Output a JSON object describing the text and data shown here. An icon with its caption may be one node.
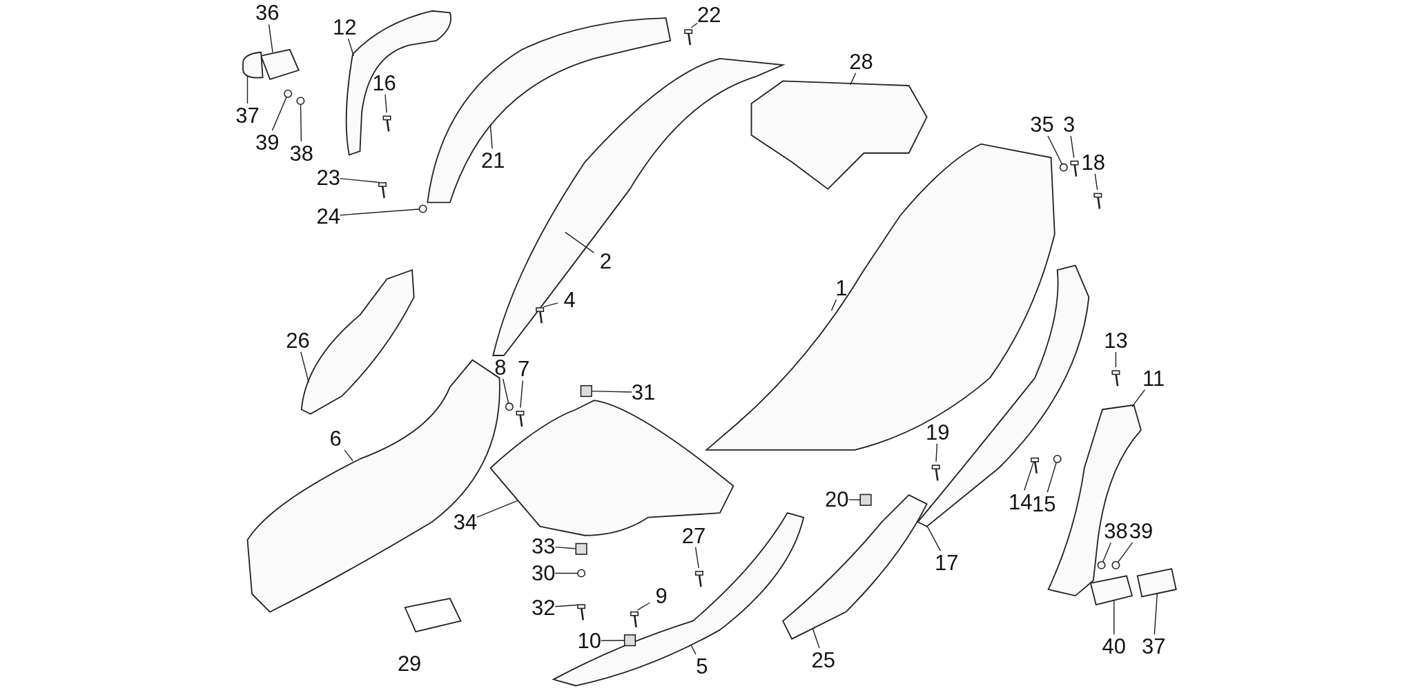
{
  "diagram": {
    "nodes": [
      {
        "text": [
          "36"
        ]
      },
      {
        "text": [],
        "shape": "picture"
      },
      {
        "text": [
          "12"
        ]
      },
      {
        "text": [],
        "shape": "picture"
      },
      {
        "text": [
          "22"
        ]
      },
      {
        "text": [],
        "shape": "picture"
      },
      {
        "text": [
          "28"
        ]
      },
      {
        "text": [],
        "shape": "picture"
      },
      {
        "text": [
          "16"
        ]
      },
      {
        "text": [],
        "shape": "picture"
      },
      {
        "text": [
          "37"
        ]
      },
      {
        "text": [],
        "shape": "picture"
      },
      {
        "text": [
          "39"
        ]
      },
      {
        "text": [],
        "shape": "circle"
      },
      {
        "text": [
          "38"
        ]
      },
      {
        "text": [],
        "shape": "circle"
      },
      {
        "text": [
          "35"
        ]
      },
      {
        "text": [],
        "shape": "circle"
      },
      {
        "text": [
          "3"
        ]
      },
      {
        "text": [],
        "shape": "picture"
      },
      {
        "text": [
          "21"
        ]
      },
      {
        "text": [],
        "shape": "picture"
      },
      {
        "text": [
          "23"
        ]
      },
      {
        "text": [],
        "shape": "picture"
      },
      {
        "text": [
          "18"
        ]
      },
      {
        "text": [],
        "shape": "picture"
      },
      {
        "text": [
          "24"
        ]
      },
      {
        "text": [],
        "shape": "circle"
      },
      {
        "text": [
          "2"
        ]
      },
      {
        "text": [],
        "shape": "picture"
      },
      {
        "text": [
          "1"
        ]
      },
      {
        "text": [],
        "shape": "picture"
      },
      {
        "text": [
          "4"
        ]
      },
      {
        "text": [],
        "shape": "picture"
      },
      {
        "text": [
          "26"
        ]
      },
      {
        "text": [],
        "shape": "picture"
      },
      {
        "text": [
          "13"
        ]
      },
      {
        "text": [],
        "shape": "picture"
      },
      {
        "text": [
          "8"
        ]
      },
      {
        "text": [],
        "shape": "circle"
      },
      {
        "text": [
          "7"
        ]
      },
      {
        "text": [],
        "shape": "picture"
      },
      {
        "text": [
          "31"
        ]
      },
      {
        "text": [],
        "shape": "box"
      },
      {
        "text": [
          "11"
        ]
      },
      {
        "text": [],
        "shape": "picture"
      },
      {
        "text": [
          "6"
        ]
      },
      {
        "text": [],
        "shape": "picture"
      },
      {
        "text": [
          "19"
        ]
      },
      {
        "text": [],
        "shape": "picture"
      },
      {
        "text": [
          "14"
        ]
      },
      {
        "text": [],
        "shape": "picture"
      },
      {
        "text": [
          "15"
        ]
      },
      {
        "text": [],
        "shape": "circle"
      },
      {
        "text": [
          "20"
        ]
      },
      {
        "text": [],
        "shape": "box"
      },
      {
        "text": [
          "34"
        ]
      },
      {
        "text": [],
        "shape": "picture"
      },
      {
        "text": [
          "17"
        ]
      },
      {
        "text": [],
        "shape": "picture"
      },
      {
        "text": [
          "33"
        ]
      },
      {
        "text": [],
        "shape": "box"
      },
      {
        "text": [
          "27"
        ]
      },
      {
        "text": [],
        "shape": "picture"
      },
      {
        "text": [
          "38"
        ]
      },
      {
        "text": [],
        "shape": "circle"
      },
      {
        "text": [
          "39"
        ]
      },
      {
        "text": [],
        "shape": "circle"
      },
      {
        "text": [
          "30"
        ]
      },
      {
        "text": [],
        "shape": "circle"
      },
      {
        "text": [
          "9"
        ]
      },
      {
        "text": [],
        "shape": "picture"
      },
      {
        "text": [
          "32"
        ]
      },
      {
        "text": [],
        "shape": "picture"
      },
      {
        "text": [
          "10"
        ]
      },
      {
        "text": [],
        "shape": "box"
      },
      {
        "text": [
          "5"
        ]
      },
      {
        "text": [],
        "shape": "picture"
      },
      {
        "text": [
          "25"
        ]
      },
      {
        "text": [],
        "shape": "picture"
      },
      {
        "text": [
          "40"
        ]
      },
      {
        "text": [],
        "shape": "picture"
      },
      {
        "text": [
          "37"
        ]
      },
      {
        "text": [],
        "shape": "picture"
      }
    ],
    "edges": [
      {
        "from": 0,
        "to": 1,
        "arrow": "none"
      },
      {
        "from": 2,
        "to": 3,
        "arrow": "none"
      },
      {
        "from": 4,
        "to": 5,
        "arrow": "none"
      },
      {
        "from": 6,
        "to": 7,
        "arrow": "none"
      },
      {
        "from": 8,
        "to": 9,
        "arrow": "none"
      },
      {
        "from": 10,
        "to": 11,
        "arrow": "none"
      },
      {
        "from": 12,
        "to": 13,
        "arrow": "none"
      },
      {
        "from": 14,
        "to": 15,
        "arrow": "none"
      },
      {
        "from": 16,
        "to": 17,
        "arrow": "none"
      },
      {
        "from": 18,
        "to": 19,
        "arrow": "none"
      },
      {
        "from": 20,
        "to": 21,
        "arrow": "none"
      },
      {
        "from": 22,
        "to": 23,
        "arrow": "none"
      },
      {
        "from": 24,
        "to": 25,
        "arrow": "none"
      },
      {
        "from": 26,
        "to": 27,
        "arrow": "none"
      },
      {
        "from": 28,
        "to": 29,
        "arrow": "none"
      },
      {
        "from": 30,
        "to": 31,
        "arrow": "none"
      },
      {
        "from": 32,
        "to": 33,
        "arrow": "none"
      },
      {
        "from": 34,
        "to": 35,
        "arrow": "none"
      },
      {
        "from": 36,
        "to": 37,
        "arrow": "none"
      },
      {
        "from": 38,
        "to": 39,
        "arrow": "none"
      },
      {
        "from": 40,
        "to": 41,
        "arrow": "none"
      },
      {
        "from": 42,
        "to": 43,
        "arrow": "none"
      },
      {
        "from": 44,
        "to": 45,
        "arrow": "none"
      },
      {
        "from": 46,
        "to": 47,
        "arrow": "none"
      },
      {
        "from": 48,
        "to": 49,
        "arrow": "none"
      },
      {
        "from": 50,
        "to": 51,
        "arrow": "none"
      },
      {
        "from": 52,
        "to": 53,
        "arrow": "none"
      },
      {
        "from": 54,
        "to": 55,
        "arrow": "none"
      },
      {
        "from": 56,
        "to": 57,
        "arrow": "none"
      },
      {
        "from": 58,
        "to": 59,
        "arrow": "none"
      },
      {
        "from": 60,
        "to": 61,
        "arrow": "none"
      },
      {
        "from": 62,
        "to": 63,
        "arrow": "none"
      },
      {
        "from": 64,
        "to": 65,
        "arrow": "none"
      },
      {
        "from": 66,
        "to": 67,
        "arrow": "none"
      },
      {
        "from": 68,
        "to": 69,
        "arrow": "none"
      },
      {
        "from": 70,
        "to": 71,
        "arrow": "none"
      },
      {
        "from": 72,
        "to": 73,
        "arrow": "none"
      },
      {
        "from": 74,
        "to": 75,
        "arrow": "none"
      },
      {
        "from": 76,
        "to": 77,
        "arrow": "none"
      },
      {
        "from": 78,
        "to": 79,
        "arrow": "none"
      },
      {
        "from": 80,
        "to": 81,
        "arrow": "none"
      },
      {
        "from": 82,
        "to": 83,
        "arrow": "none"
      }
    ],
    "labels": [
      "29"
    ]
  }
}
